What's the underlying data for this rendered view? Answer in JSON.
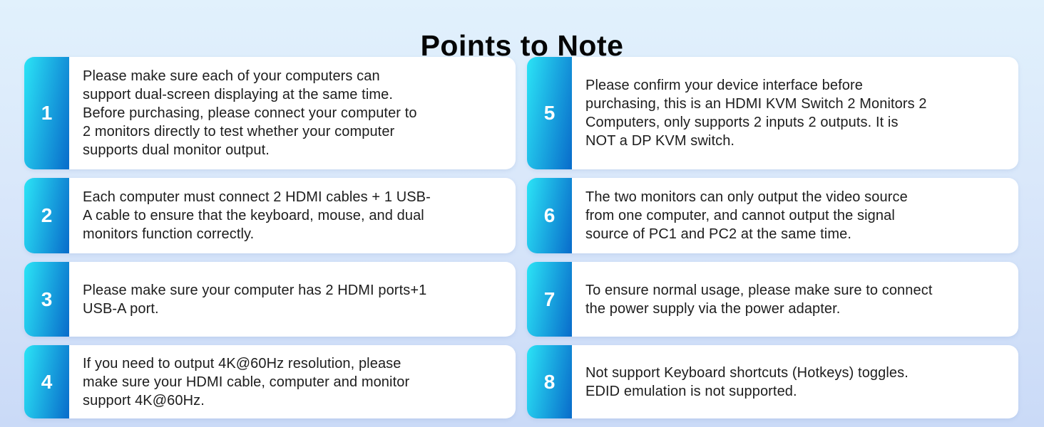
{
  "page": {
    "title": "Points to Note",
    "background_top": "#e1f1fc",
    "background_bottom": "#cadaf7",
    "badge_gradient_from": "#2be4f6",
    "badge_gradient_to": "#0a70cc",
    "card_background": "#ffffff",
    "text_color": "#1d1d1d"
  },
  "notes": [
    {
      "number": "1",
      "text": "Please make sure each of your computers can\nsupport dual-screen displaying at the same time.\nBefore purchasing, please connect your computer to\n2 monitors directly to test whether your computer\nsupports dual monitor output."
    },
    {
      "number": "2",
      "text": "Each computer must connect 2 HDMI cables + 1 USB-\nA cable to ensure that the keyboard, mouse, and dual\nmonitors function correctly."
    },
    {
      "number": "3",
      "text": "Please make sure your computer has 2 HDMI ports+1\nUSB-A port."
    },
    {
      "number": "4",
      "text": "If you need to output 4K@60Hz resolution, please\nmake sure your HDMI cable, computer and monitor\nsupport 4K@60Hz."
    },
    {
      "number": "5",
      "text": "Please confirm your device interface before\npurchasing, this is an HDMI KVM Switch 2 Monitors 2\nComputers, only supports 2 inputs 2 outputs. It is\nNOT a DP KVM switch."
    },
    {
      "number": "6",
      "text": "The two monitors can only output the video source\nfrom one computer, and cannot output the signal\nsource of PC1 and PC2 at the same time."
    },
    {
      "number": "7",
      "text": "To ensure normal usage, please make sure to connect\nthe power supply via the power adapter."
    },
    {
      "number": "8",
      "text": "Not support Keyboard shortcuts (Hotkeys) toggles.\nEDID emulation is not supported."
    }
  ]
}
